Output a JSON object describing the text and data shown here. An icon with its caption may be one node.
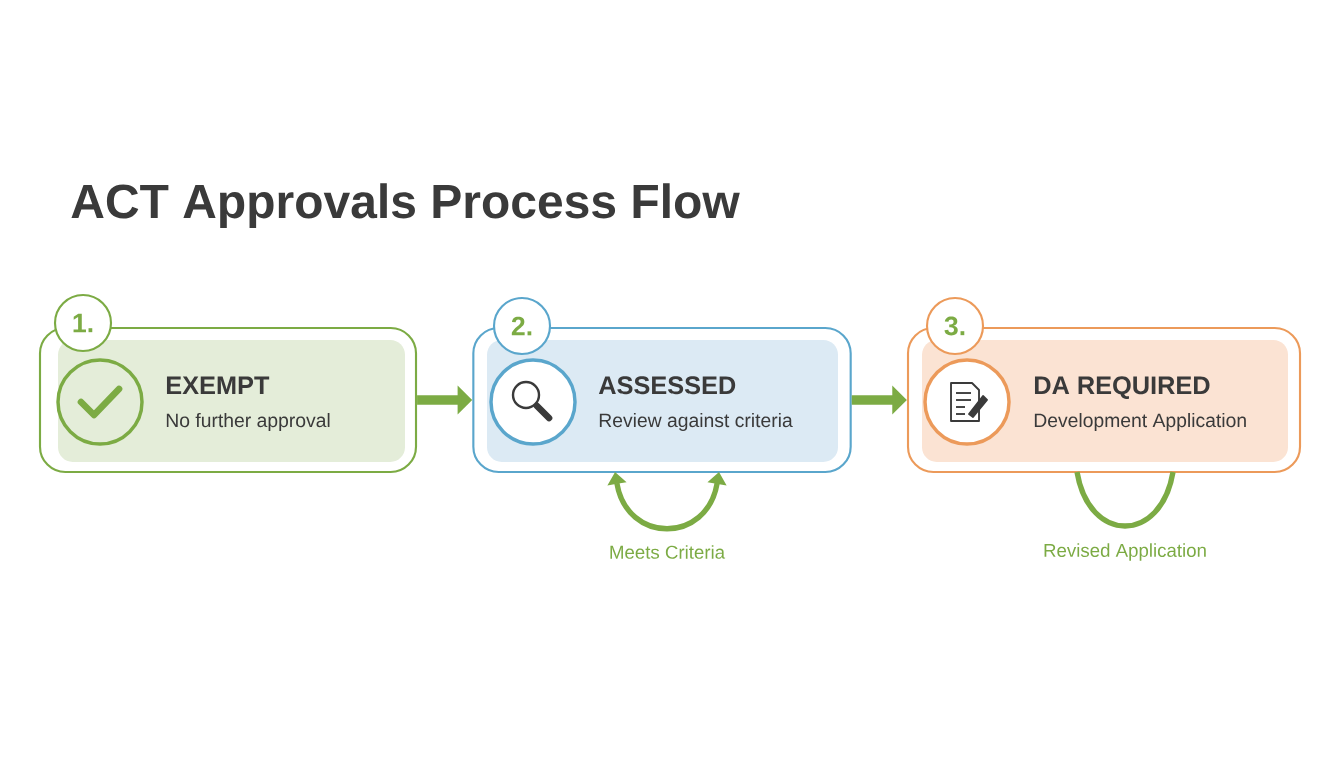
{
  "diagram": {
    "title": "ACT Approvals Process Flow",
    "nodes": [
      {
        "text": [
          "1."
        ]
      },
      {
        "text": [
          "EXEMPT",
          "No further approval"
        ]
      },
      {
        "text": [
          "2."
        ]
      },
      {
        "text": [
          "ASSESSED",
          "Review against criteria"
        ]
      },
      {
        "text": [
          "3."
        ]
      },
      {
        "text": [
          "DA REQUIRED",
          "Development Application"
        ]
      }
    ],
    "edges": [
      {
        "from": 1,
        "to": 3,
        "arrow": "to"
      },
      {
        "from": 3,
        "to": 5,
        "arrow": "to"
      },
      {
        "from": 3,
        "to": 3,
        "arrow": "both",
        "label": "Meets Criteria"
      },
      {
        "from": 5,
        "to": 5,
        "arrow": "none",
        "label": "Revised Application"
      }
    ]
  }
}
